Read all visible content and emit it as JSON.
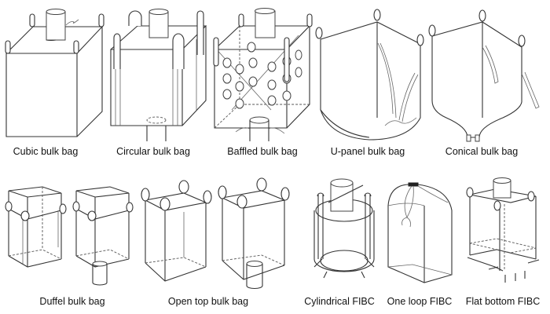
{
  "figure": {
    "title": "FIBC bulk bag types",
    "items": [
      {
        "id": "cubic",
        "label": "Cubic bulk bag"
      },
      {
        "id": "circular",
        "label": "Circular bulk bag"
      },
      {
        "id": "baffled",
        "label": "Baffled bulk bag"
      },
      {
        "id": "u-panel",
        "label": "U-panel bulk bag"
      },
      {
        "id": "conical",
        "label": "Conical bulk bag"
      },
      {
        "id": "duffel",
        "label": "Duffel bulk bag"
      },
      {
        "id": "open-top",
        "label": "Open top bulk bag"
      },
      {
        "id": "cylindrical",
        "label": "Cylindrical FIBC"
      },
      {
        "id": "one-loop",
        "label": "One loop FIBC"
      },
      {
        "id": "flat-bottom",
        "label": "Flat bottom FIBC"
      }
    ]
  }
}
